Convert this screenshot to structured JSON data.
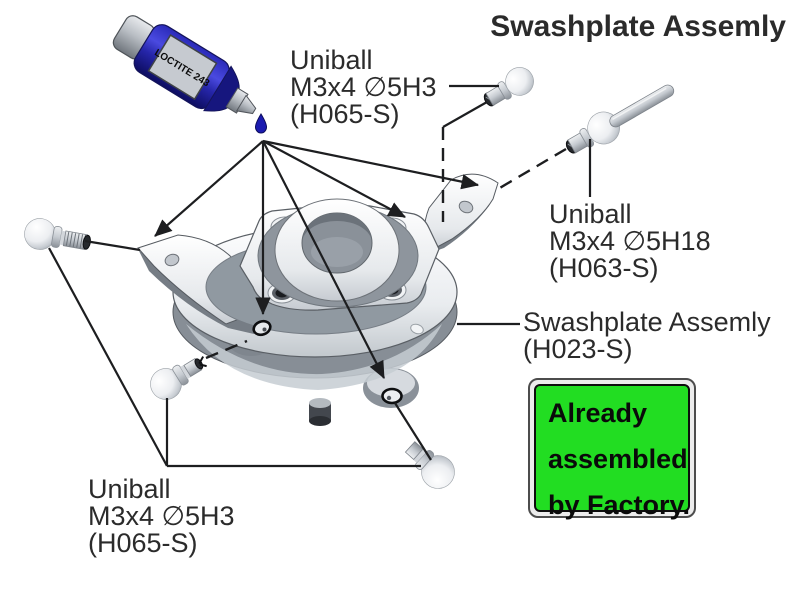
{
  "title": "Swashplate Assemly",
  "bottle": {
    "label": "LOCTITE 243"
  },
  "labels": {
    "uniball_top": {
      "name": "Uniball",
      "spec": "M3x4 ∅5H3",
      "part": "(H065-S)"
    },
    "uniball_right": {
      "name": "Uniball",
      "spec": "M3x4 ∅5H18",
      "part": "(H063-S)"
    },
    "swashplate": {
      "name": "Swashplate Assemly",
      "part": "(H023-S)"
    },
    "uniball_bottom": {
      "name": "Uniball",
      "spec": "M3x4 ∅5H3",
      "part": "(H065-S)"
    }
  },
  "note": {
    "line1": "Already",
    "line2": "assembled",
    "line3": "by Factory.",
    "background": "#22dd22"
  },
  "colors": {
    "loctite_blue": "#2a2ab8",
    "note_green": "#22dd22",
    "annotation_black": "#1d1e20",
    "text": "#2b2b2b",
    "part_gray": "#8e959d"
  }
}
